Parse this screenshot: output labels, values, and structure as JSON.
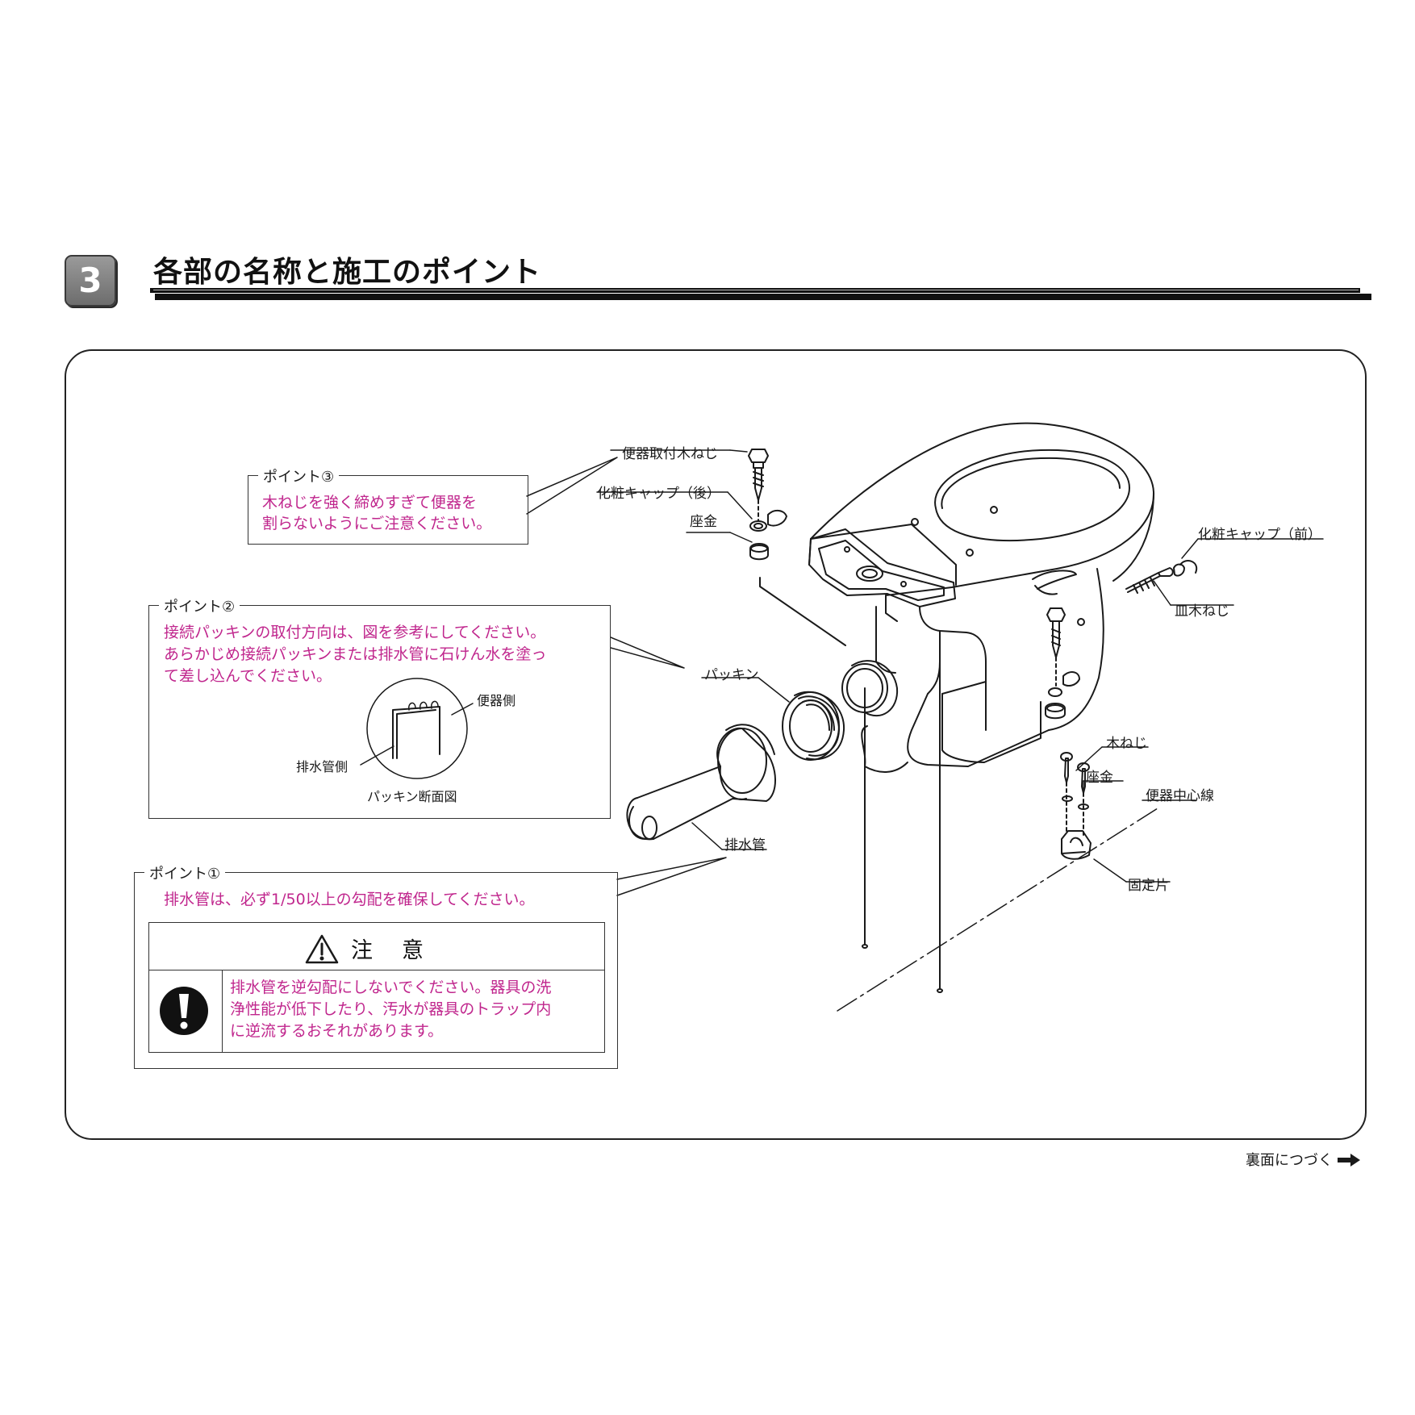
{
  "section": {
    "number": "3",
    "title": "各部の名称と施工のポイント"
  },
  "points": {
    "point3": {
      "title": "ポイント③",
      "text_line1": "木ねじを強く締めすぎて便器を",
      "text_line2": "割らないようにご注意ください。"
    },
    "point2": {
      "title": "ポイント②",
      "text_line1": "接続パッキンの取付方向は、図を参考にしてください。",
      "text_line2": "あらかじめ接続パッキンまたは排水管に石けん水を塗っ",
      "text_line3": "て差し込んでください。",
      "inset": {
        "toilet_side": "便器側",
        "drain_side": "排水管側",
        "caption": "パッキン断面図"
      }
    },
    "point1": {
      "title": "ポイント①",
      "text": "排水管は、必ず1/50以上の勾配を確保してください。"
    }
  },
  "caution": {
    "title": "注意",
    "body_line1": "排水管を逆勾配にしないでください。器具の洗",
    "body_line2": "浄性能が低下したり、汚水が器具のトラップ内",
    "body_line3": "に逆流するおそれがあります。",
    "warning_icon": "warning-triangle-icon",
    "mandatory_icon": "exclamation-circle-icon"
  },
  "parts": {
    "toilet_mount_screw": "便器取付木ねじ",
    "cosmetic_cap_rear": "化粧キャップ（後）",
    "washer_rear": "座金",
    "cosmetic_cap_front": "化粧キャップ（前）",
    "countersunk_screw": "皿木ねじ",
    "packing": "パッキン",
    "drain_pipe": "排水管",
    "wood_screw": "木ねじ",
    "washer_front": "座金",
    "centerline": "便器中心線",
    "fixing_piece": "固定片"
  },
  "footer": {
    "continue": "裏面につづく"
  },
  "colors": {
    "pink_text": "#c0268d",
    "line": "#1a1a1a"
  }
}
